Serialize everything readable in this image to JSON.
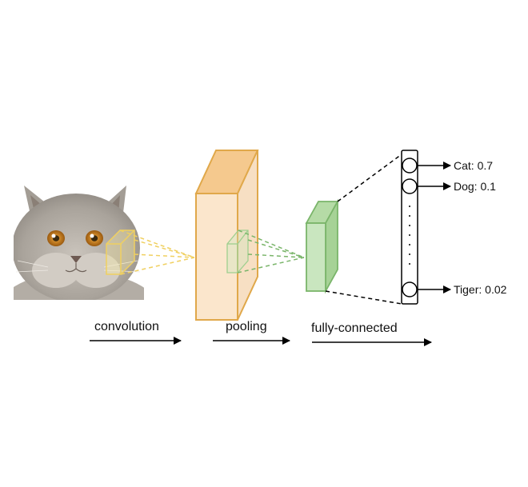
{
  "stages": {
    "convolution": "convolution",
    "pooling": "pooling",
    "fully_connected": "fully-connected"
  },
  "outputs": [
    {
      "label": "Cat: 0.7"
    },
    {
      "label": "Dog: 0.1"
    },
    {
      "label": "Tiger: 0.02"
    }
  ],
  "colors": {
    "conv_fill": "#f7dfc3",
    "conv_stroke": "#e0a84a",
    "kernel_stroke": "#f0d060",
    "pool_fill": "#c9e6bf",
    "pool_stroke": "#7ab56a",
    "line": "#000000"
  },
  "icons": {
    "input_image": "cat-photo",
    "arrow": "arrow-right-icon"
  }
}
